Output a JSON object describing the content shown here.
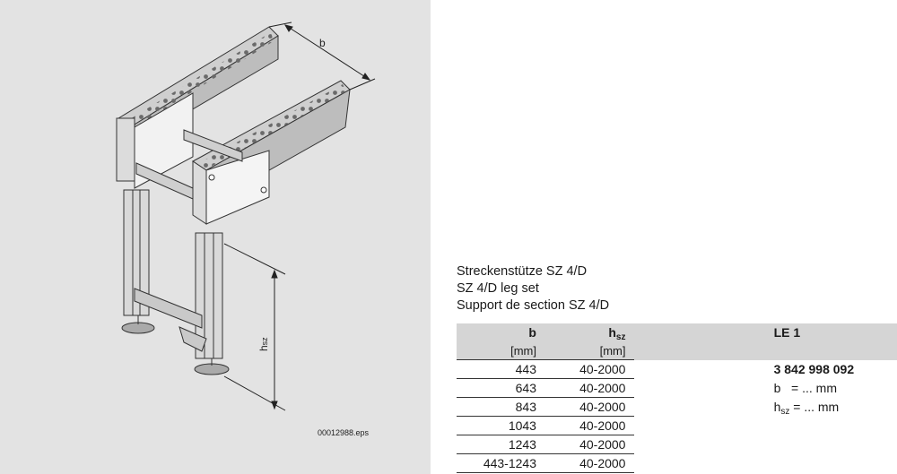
{
  "figure": {
    "dim_b_label": "b",
    "dim_h_label": "h",
    "dim_h_sub": "sz",
    "file_label": "00012988.eps"
  },
  "titles": {
    "de": "Streckenstütze SZ 4/D",
    "en": "SZ 4/D leg set",
    "fr": "Support de section SZ 4/D"
  },
  "table": {
    "col_b": "b",
    "col_h": "h",
    "col_h_sub": "sz",
    "col_le": "LE 1",
    "unit_b": "[mm]",
    "unit_h": "[mm]",
    "rows": [
      {
        "b": "443",
        "h": "40-2000"
      },
      {
        "b": "643",
        "h": "40-2000"
      },
      {
        "b": "843",
        "h": "40-2000"
      },
      {
        "b": "1043",
        "h": "40-2000"
      },
      {
        "b": "1243",
        "h": "40-2000"
      },
      {
        "b": "443-1243",
        "h": "40-2000"
      }
    ],
    "part_number": "3 842 998 092",
    "note_b_var": "b",
    "note_b_val": "= ... mm",
    "note_h_var": "h",
    "note_h_sub": "sz",
    "note_h_val": "= ... mm"
  },
  "colors": {
    "panel_bg": "#e3e3e3",
    "header_bg": "#d5d5d5"
  }
}
